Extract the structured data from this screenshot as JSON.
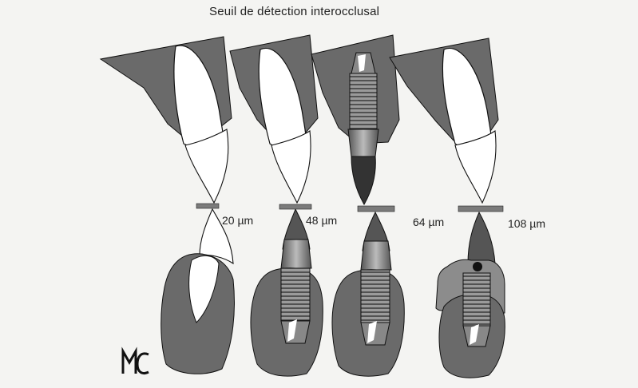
{
  "title": "Seuil de détection interocclusal",
  "thresholds": [
    {
      "label": "20 µm"
    },
    {
      "label": "48 µm"
    },
    {
      "label": "64 µm"
    },
    {
      "label": "108 µm"
    }
  ],
  "colors": {
    "bone": "#6a6a6a",
    "tooth_fill": "#ffffff",
    "outline": "#111111",
    "implant": "#8c8c8c",
    "background": "#f4f4f2"
  },
  "signature": "MC"
}
